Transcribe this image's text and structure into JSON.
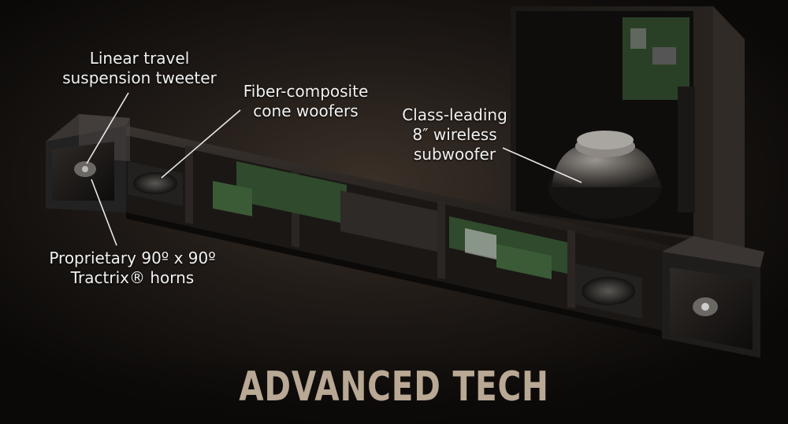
{
  "callouts": {
    "tweeter": "Linear travel\nsuspension tweeter",
    "woofers": "Fiber-composite\ncone woofers",
    "subwoofer": "Class-leading\n8″ wireless\nsubwoofer",
    "horns": "Proprietary 90º x 90º\nTractrix® horns"
  },
  "headline": "ADVANCED TECH",
  "colors": {
    "background": "#0b0908",
    "callout_text": "#f2f2f2",
    "headline": "#b9a894",
    "pcb_green": "#2f4a2c"
  }
}
